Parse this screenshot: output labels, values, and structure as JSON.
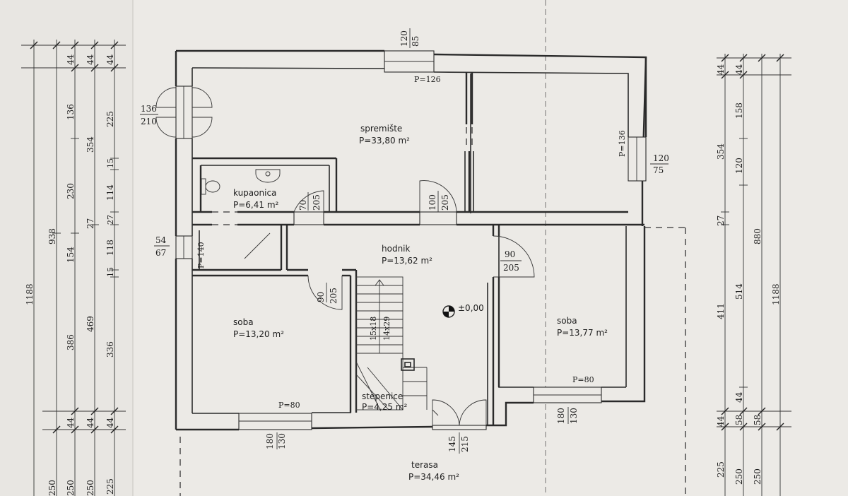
{
  "rooms": {
    "spremiste": {
      "name": "spremište",
      "area": "P=33,80 m²"
    },
    "kupaonica": {
      "name": "kupaonica",
      "area": "P=6,41 m²"
    },
    "hodnik": {
      "name": "hodnik",
      "area": "P=13,62 m²"
    },
    "soba_left": {
      "name": "soba",
      "area": "P=13,20 m²"
    },
    "soba_right": {
      "name": "soba",
      "area": "P=13,77 m²"
    },
    "stepenice": {
      "name": "stepenice",
      "area": "P=4,25 m²"
    },
    "terasa": {
      "name": "terasa",
      "area": "P=34,46 m²"
    }
  },
  "level_mark": "±0,00",
  "stair_labels": {
    "steps_a": "15x18",
    "steps_b": "14x29"
  },
  "windows": {
    "top": {
      "w": "120",
      "h": "85",
      "p": "P=126"
    },
    "left_top": {
      "w": "136",
      "h": "210"
    },
    "left_mid": {
      "w": "54",
      "h": "67",
      "p": "P=140"
    },
    "right": {
      "w": "120",
      "h": "75",
      "p": "P=136"
    },
    "bot_left": {
      "w": "180",
      "h": "130",
      "p": "P=80"
    },
    "bot_right": {
      "w": "180",
      "h": "130",
      "p": "P=80"
    },
    "entry": {
      "w": "145",
      "h": "215"
    }
  },
  "doors": {
    "bath": {
      "w": "70",
      "h": "205"
    },
    "storage": {
      "w": "100",
      "h": "205"
    },
    "soba_left": {
      "w": "90",
      "h": "205"
    },
    "soba_right": {
      "w": "90",
      "h": "205"
    }
  },
  "dims_left": {
    "col1": [
      "1188"
    ],
    "col2": [
      "938",
      "250"
    ],
    "col3": [
      "44",
      "136",
      "230",
      "154",
      "386",
      "44",
      "250"
    ],
    "col4": [
      "44",
      "354",
      "27",
      "469",
      "44",
      "250"
    ],
    "col5": [
      "44",
      "225",
      "15",
      "114",
      "27",
      "118",
      "15",
      "336",
      "44",
      "225"
    ]
  },
  "dims_right": {
    "col1": [
      "44",
      "354",
      "27",
      "411",
      "44",
      "225"
    ],
    "col2": [
      "44",
      "158",
      "120",
      "514",
      "44",
      "58",
      "250"
    ],
    "col3": [
      "880",
      "58",
      "250"
    ],
    "col4": [
      "1188"
    ]
  }
}
